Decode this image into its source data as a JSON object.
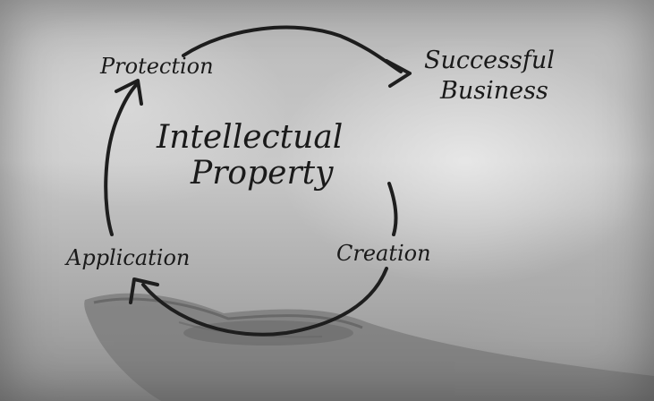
{
  "diagram": {
    "center_title_line1": "Intellectual",
    "center_title_line2": "Property",
    "nodes": {
      "protection": "Protection",
      "successful_line1": "Successful",
      "successful_line2": "Business",
      "creation": "Creation",
      "application": "Application"
    }
  }
}
